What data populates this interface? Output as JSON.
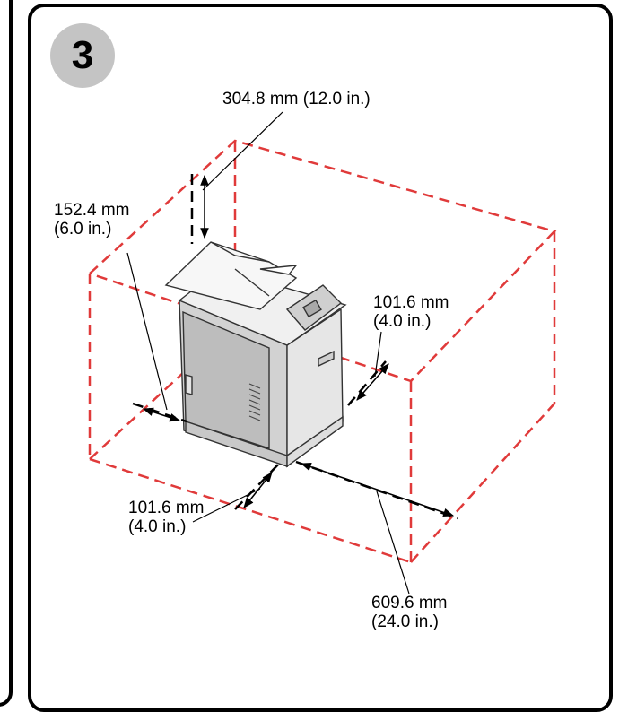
{
  "step": {
    "number": "3"
  },
  "dimensions": {
    "top": {
      "line1": "304.8 mm (12.0 in.)"
    },
    "left": {
      "line1": "152.4 mm",
      "line2": "(6.0 in.)"
    },
    "right": {
      "line1": "101.6 mm",
      "line2": "(4.0 in.)"
    },
    "front": {
      "line1": "101.6 mm",
      "line2": "(4.0 in.)"
    },
    "front_depth": {
      "line1": "609.6 mm",
      "line2": "(24.0 in.)"
    }
  },
  "colors": {
    "clearance_box": "#e03a3a",
    "arrow": "#000000",
    "badge": "#c4c4c4"
  }
}
